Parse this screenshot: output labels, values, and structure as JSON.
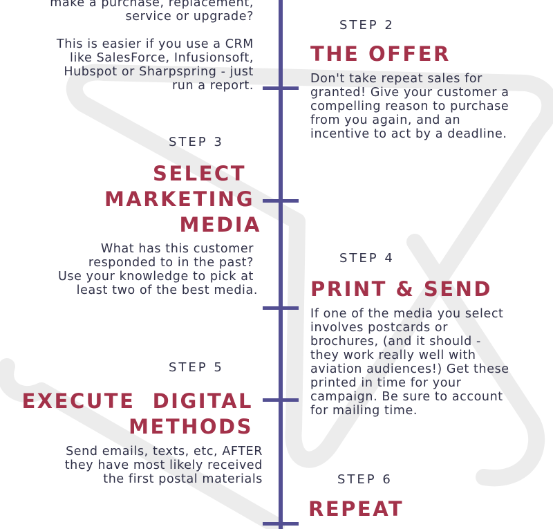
{
  "colors": {
    "accent": "#a3324a",
    "timeline": "#534f92",
    "text": "#2f3047",
    "watermark": "#ececec"
  },
  "step1": {
    "desc_lines": [
      "make a purchase, replacement,",
      "service or upgrade?",
      "",
      "This is easier if you use a CRM",
      "like SalesForce, Infusionsoft,",
      "Hubspot or Sharpspring - just",
      "run a report."
    ]
  },
  "step2": {
    "label": "STEP 2",
    "title": "THE OFFER",
    "desc_lines": [
      "Don't take repeat sales for",
      "granted!  Give your customer a",
      "compelling reason to purchase",
      "from you again, and an",
      "incentive to act by a deadline."
    ]
  },
  "step3": {
    "label": "STEP 3",
    "title_lines": [
      "SELECT",
      "MARKETING",
      "MEDIA"
    ],
    "desc_lines": [
      "What has this customer",
      "responded to in the past?",
      "Use your knowledge to pick at",
      "least two of the best media."
    ]
  },
  "step4": {
    "label": "STEP 4",
    "title": "PRINT & SEND",
    "desc_lines": [
      "If one of the media you select",
      "involves postcards or",
      "brochures, (and it should -",
      "they work really well with",
      "aviation audiences!) Get these",
      "printed in time for your",
      "campaign. Be sure to account",
      "for mailing time."
    ]
  },
  "step5": {
    "label": "STEP 5",
    "title_lines": [
      "EXECUTE  DIGITAL",
      "METHODS"
    ],
    "desc_lines": [
      "Send emails, texts, etc, AFTER",
      "they have most likely received",
      "the first postal materials"
    ]
  },
  "step6": {
    "label": "STEP 6",
    "title": "REPEAT"
  }
}
